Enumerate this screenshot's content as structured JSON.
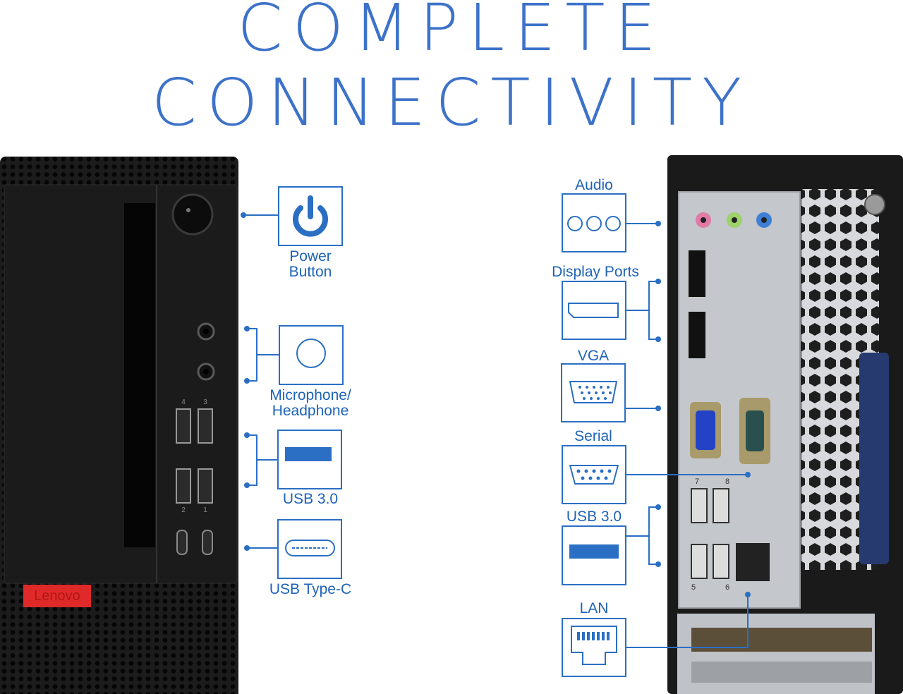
{
  "headline": {
    "line1": "COMPLETE",
    "line2": "CONNECTIVITY"
  },
  "colors": {
    "accent": "#3d72c9",
    "label": "#1e63b8",
    "icon_stroke": "#2a6fc4",
    "chassis": "#1a1a1a",
    "io_panel": "#c4c7cb",
    "brand_red": "#e02a2a"
  },
  "brand": {
    "logo_text": "Lenovo"
  },
  "front": {
    "power": {
      "label1": "Power",
      "label2": "Button",
      "icon": "power-icon"
    },
    "audio": {
      "label1": "Microphone/",
      "label2": "Headphone",
      "icon": "audio-jack-icon"
    },
    "usb": {
      "label": "USB 3.0",
      "icon": "usb-a-icon"
    },
    "usbc": {
      "label": "USB Type-C",
      "icon": "usb-c-icon"
    },
    "port_numbers": {
      "top_left": "4",
      "top_right": "3",
      "bottom_left": "2",
      "bottom_right": "1"
    }
  },
  "rear": {
    "audio": {
      "label": "Audio",
      "icon": "audio-ports-icon"
    },
    "display": {
      "label": "Display Ports",
      "icon": "displayport-icon"
    },
    "vga": {
      "label": "VGA",
      "icon": "vga-icon"
    },
    "serial": {
      "label": "Serial",
      "icon": "serial-icon"
    },
    "usb": {
      "label": "USB 3.0",
      "icon": "usb-a-icon"
    },
    "lan": {
      "label": "LAN",
      "icon": "ethernet-icon"
    },
    "port_numbers": {
      "p7": "7",
      "p8": "8",
      "p5": "5",
      "p6": "6"
    }
  }
}
